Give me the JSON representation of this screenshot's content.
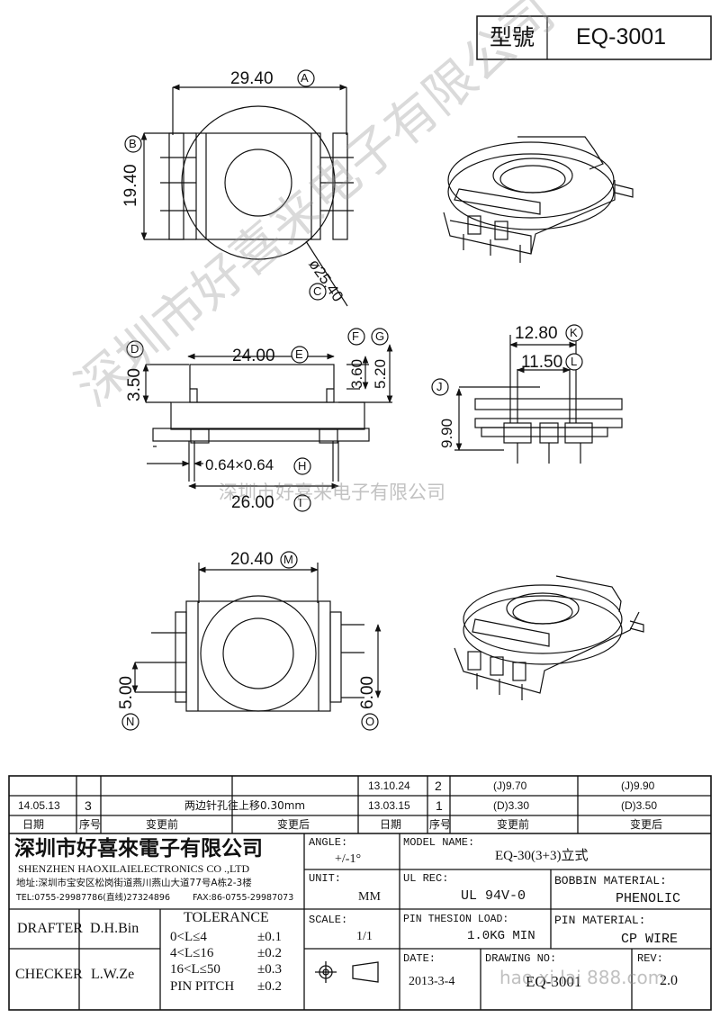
{
  "title_block": {
    "model_label": "型號",
    "model_value": "EQ-3001"
  },
  "dimensions": {
    "a": {
      "value": "29.40",
      "tag": "A"
    },
    "b": {
      "value": "19.40",
      "tag": "B"
    },
    "c": {
      "value": "ø25.40",
      "tag": "C"
    },
    "d": {
      "value": "3.50",
      "tag": "D"
    },
    "e": {
      "value": "24.00",
      "tag": "E"
    },
    "f": {
      "value": "3.60",
      "tag": "F"
    },
    "g": {
      "value": "5.20",
      "tag": "G"
    },
    "h": {
      "value": "0.64×0.64",
      "tag": "H"
    },
    "i": {
      "value": "26.00",
      "tag": "I"
    },
    "j": {
      "value": "9.90",
      "tag": "J"
    },
    "k": {
      "value": "12.80",
      "tag": "K"
    },
    "l": {
      "value": "11.50",
      "tag": "L"
    },
    "m": {
      "value": "20.40",
      "tag": "M"
    },
    "n": {
      "value": "5.00",
      "tag": "N"
    },
    "o": {
      "value": "6.00",
      "tag": "O"
    }
  },
  "watermarks": {
    "diagonal": "深圳市好喜来电子有限公司",
    "horizontal": "深圳市好喜来电子有限公司",
    "footer": "hao xi lai 888.com"
  },
  "revisions": {
    "row1": {
      "date": "13.10.24",
      "no": "2",
      "before": "(J)9.70",
      "after": "(J)9.90"
    },
    "row2": {
      "date_l": "14.05.13",
      "no_l": "3",
      "content_l": "两边针孔往上移0.30mm",
      "date": "13.03.15",
      "no": "1",
      "before": "(D)3.30",
      "after": "(D)3.50"
    },
    "header": {
      "date": "日期",
      "no": "序号",
      "before": "变更前",
      "after": "变更后"
    }
  },
  "company": {
    "name_cn": "深圳市好喜來電子有限公司",
    "name_en": "SHENZHEN HAOXILAIELECTRONICS CO .,LTD",
    "address": "地址:深圳市宝安区松岗街道燕川燕山大道77号A栋2-3楼",
    "tel": "TEL:0755-29987786(直线)27324896",
    "fax": "FAX:86-0755-29987073"
  },
  "fields": {
    "angle_label": "ANGLE:",
    "angle_value": "+/-1°",
    "model_name_label": "MODEL NAME:",
    "model_name_value": "EQ-30(3+3)立式",
    "unit_label": "UNIT:",
    "unit_value": "MM",
    "ul_label": "UL REC:",
    "ul_value": "UL 94V-0",
    "bobbin_label": "BOBBIN MATERIAL:",
    "bobbin_value": "PHENOLIC",
    "scale_label": "SCALE:",
    "scale_value": "1/1",
    "pin_load_label": "PIN THESION LOAD:",
    "pin_load_value": "1.0KG MIN",
    "pin_mat_label": "PIN MATERIAL:",
    "pin_mat_value": "CP  WIRE",
    "date_label": "DATE:",
    "date_value": "2013-3-4",
    "drawing_label": "DRAWING NO:",
    "drawing_value": "EQ-3001",
    "rev_label": "REV:",
    "rev_value": "2.0"
  },
  "people": {
    "drafter_label": "DRAFTER",
    "drafter_value": "D.H.Bin",
    "checker_label": "CHECKER",
    "checker_value": "L.W.Ze"
  },
  "tolerance": {
    "title": "TOLERANCE",
    "rows": [
      {
        "range": "0<L≤4",
        "tol": "±0.1"
      },
      {
        "range": "4<L≤16",
        "tol": "±0.2"
      },
      {
        "range": "16<L≤50",
        "tol": "±0.3"
      },
      {
        "range": "PIN PITCH",
        "tol": "±0.2"
      }
    ]
  }
}
